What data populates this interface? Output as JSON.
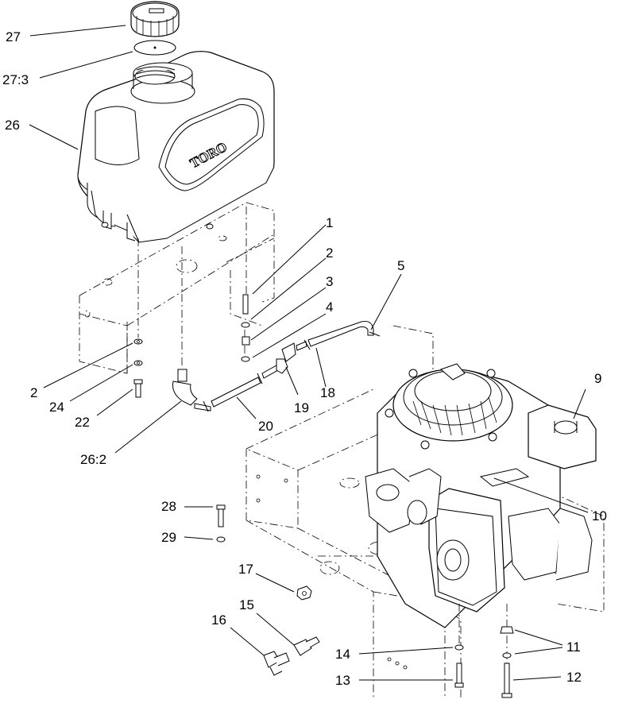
{
  "diagram": {
    "brand_text": "TORO",
    "callouts": [
      {
        "id": "c27",
        "label": "27"
      },
      {
        "id": "c27_3",
        "label": "27:3"
      },
      {
        "id": "c26",
        "label": "26"
      },
      {
        "id": "c1",
        "label": "1"
      },
      {
        "id": "c2a",
        "label": "2"
      },
      {
        "id": "c3",
        "label": "3"
      },
      {
        "id": "c4",
        "label": "4"
      },
      {
        "id": "c5",
        "label": "5"
      },
      {
        "id": "c2b",
        "label": "2"
      },
      {
        "id": "c24",
        "label": "24"
      },
      {
        "id": "c22",
        "label": "22"
      },
      {
        "id": "c26_2",
        "label": "26:2"
      },
      {
        "id": "c20",
        "label": "20"
      },
      {
        "id": "c19",
        "label": "19"
      },
      {
        "id": "c18",
        "label": "18"
      },
      {
        "id": "c9",
        "label": "9"
      },
      {
        "id": "c10",
        "label": "10"
      },
      {
        "id": "c28",
        "label": "28"
      },
      {
        "id": "c29",
        "label": "29"
      },
      {
        "id": "c17",
        "label": "17"
      },
      {
        "id": "c15",
        "label": "15"
      },
      {
        "id": "c16",
        "label": "16"
      },
      {
        "id": "c14",
        "label": "14"
      },
      {
        "id": "c13",
        "label": "13"
      },
      {
        "id": "c11",
        "label": "11"
      },
      {
        "id": "c12",
        "label": "12"
      }
    ]
  }
}
